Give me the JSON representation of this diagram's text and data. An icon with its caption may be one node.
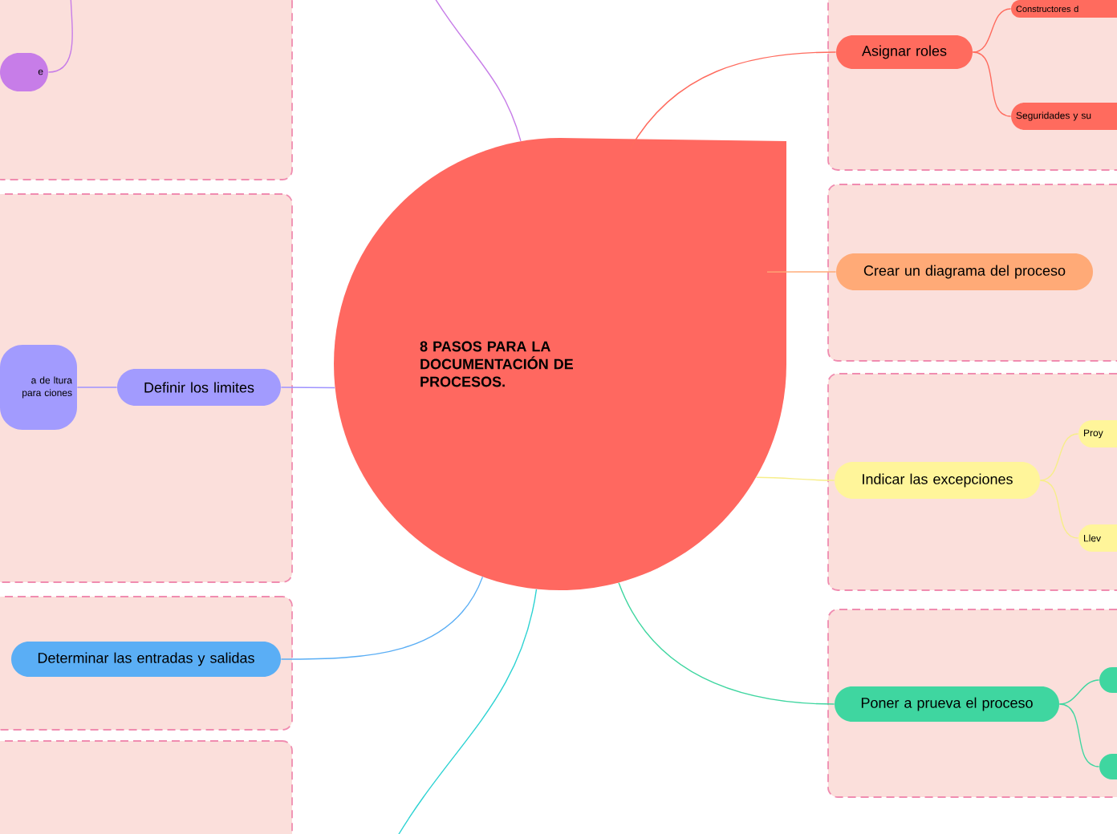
{
  "diagram": {
    "nodes": [
      {
        "text": [
          "8 PASOS PARA LA DOCUMENTACIÓN DE PROCESOS."
        ]
      },
      {
        "text": [],
        "shape": "box"
      },
      {
        "text": [
          "e"
        ],
        "in": 1
      },
      {
        "text": [],
        "shape": "box"
      },
      {
        "text": [
          "a de ltura para ciones"
        ],
        "in": 3
      },
      {
        "text": [
          "Definir los limites"
        ],
        "in": 3
      },
      {
        "text": [],
        "shape": "box"
      },
      {
        "text": [
          "Determinar las entradas y salidas"
        ],
        "in": 6
      },
      {
        "text": [],
        "shape": "box"
      },
      {
        "text": [],
        "shape": "box"
      },
      {
        "text": [
          "Asignar roles"
        ],
        "in": 9
      },
      {
        "text": [
          "Constructores d"
        ],
        "in": 9
      },
      {
        "text": [
          "Seguridades y su"
        ],
        "in": 9
      },
      {
        "text": [],
        "shape": "box"
      },
      {
        "text": [
          "Crear un diagrama del proceso"
        ],
        "in": 13
      },
      {
        "text": [],
        "shape": "box"
      },
      {
        "text": [
          "Indicar las excepciones"
        ],
        "in": 15
      },
      {
        "text": [
          "Proy"
        ],
        "in": 15
      },
      {
        "text": [
          "Llev"
        ],
        "in": 15
      },
      {
        "text": [],
        "shape": "box"
      },
      {
        "text": [
          "Poner a prueva el proceso"
        ],
        "in": 19
      },
      {
        "text": [],
        "shape": "box",
        "in": 19
      },
      {
        "text": [],
        "shape": "box",
        "in": 19
      }
    ],
    "edges": [
      {
        "from": 0,
        "to": null,
        "arrow": "none",
        "color": "#c77de8"
      },
      {
        "from": null,
        "to": 2,
        "arrow": "none",
        "color": "#c77de8"
      },
      {
        "from": 0,
        "to": 5,
        "arrow": "none",
        "color": "#9f93ff"
      },
      {
        "from": 5,
        "to": 4,
        "arrow": "none",
        "color": "#9f93ff"
      },
      {
        "from": 0,
        "to": 7,
        "arrow": "none",
        "color": "#5aaef5"
      },
      {
        "from": 0,
        "to": null,
        "arrow": "none",
        "color": "#2ed3d3"
      },
      {
        "from": 0,
        "to": 10,
        "arrow": "none",
        "color": "#ff6b5e"
      },
      {
        "from": 10,
        "to": 11,
        "arrow": "none",
        "color": "#ff6b5e"
      },
      {
        "from": 10,
        "to": 12,
        "arrow": "none",
        "color": "#ff6b5e"
      },
      {
        "from": 0,
        "to": 14,
        "arrow": "none",
        "color": "#ffaa77"
      },
      {
        "from": 0,
        "to": 16,
        "arrow": "none",
        "color": "#f7ee8a"
      },
      {
        "from": 16,
        "to": 17,
        "arrow": "none",
        "color": "#f7ee8a"
      },
      {
        "from": 16,
        "to": 18,
        "arrow": "none",
        "color": "#f7ee8a"
      },
      {
        "from": 0,
        "to": 20,
        "arrow": "none",
        "color": "#3fd6a0"
      },
      {
        "from": 20,
        "to": 21,
        "arrow": "none",
        "color": "#3fd6a0"
      },
      {
        "from": 20,
        "to": 22,
        "arrow": "none",
        "color": "#3fd6a0"
      }
    ]
  }
}
